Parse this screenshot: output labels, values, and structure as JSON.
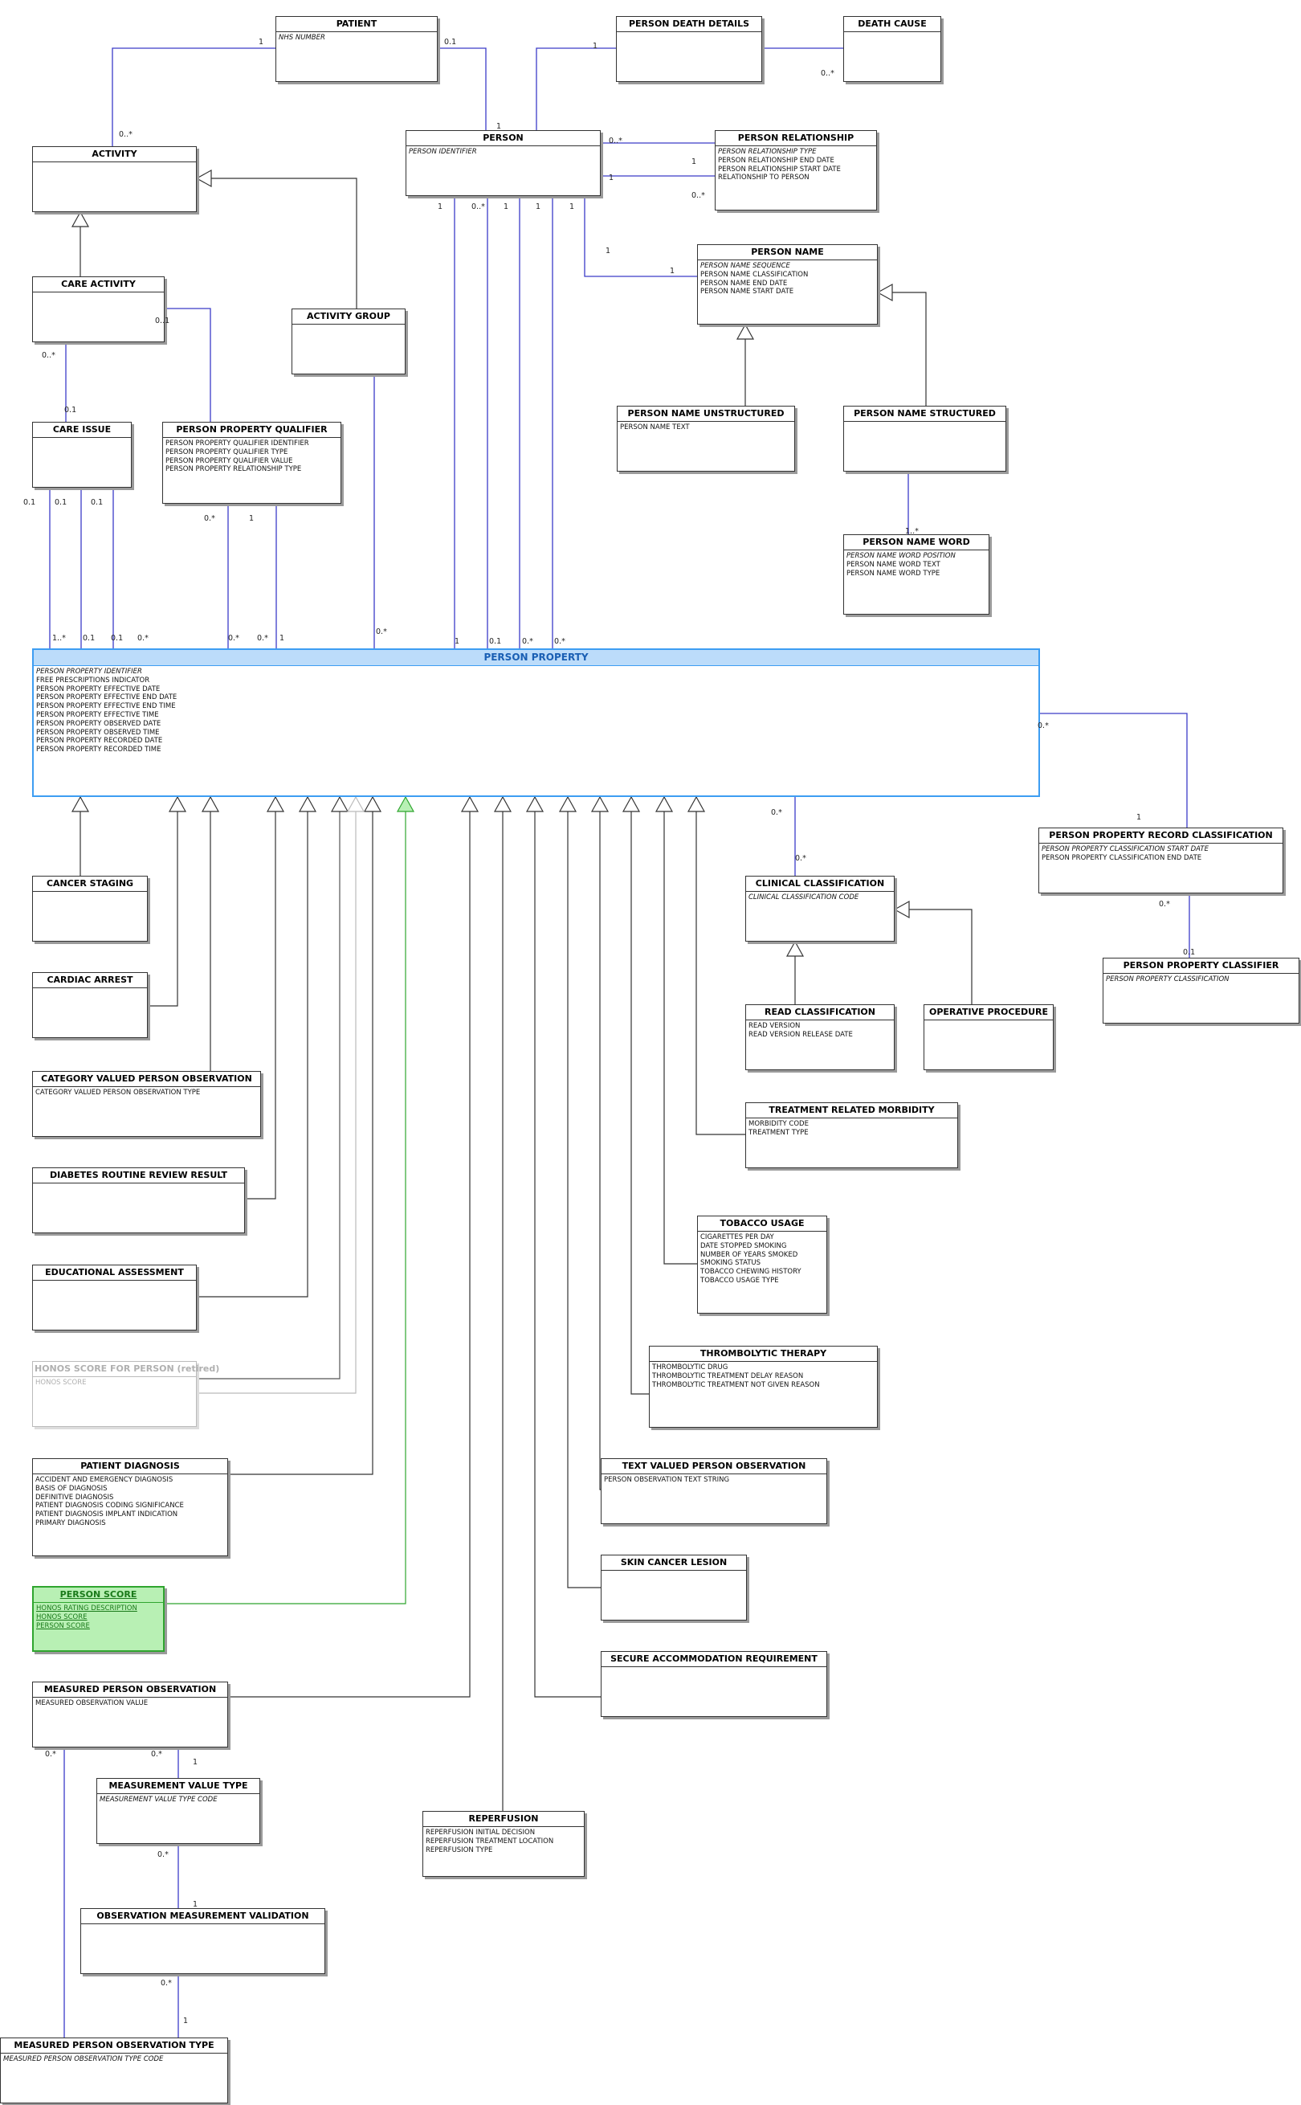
{
  "entities": [
    {
      "id": "patient",
      "title": "PATIENT",
      "attrs": [
        {
          "t": "NHS NUMBER",
          "k": true
        }
      ]
    },
    {
      "id": "person-death-details",
      "title": "PERSON DEATH DETAILS",
      "attrs": []
    },
    {
      "id": "death-cause",
      "title": "DEATH CAUSE",
      "attrs": []
    },
    {
      "id": "activity",
      "title": "ACTIVITY",
      "attrs": []
    },
    {
      "id": "person",
      "title": "PERSON",
      "attrs": [
        {
          "t": "PERSON IDENTIFIER",
          "k": true
        }
      ]
    },
    {
      "id": "person-relationship",
      "title": "PERSON RELATIONSHIP",
      "attrs": [
        {
          "t": "PERSON RELATIONSHIP TYPE",
          "k": true
        },
        {
          "t": "PERSON RELATIONSHIP END DATE"
        },
        {
          "t": "PERSON RELATIONSHIP START DATE"
        },
        {
          "t": "RELATIONSHIP TO PERSON"
        }
      ]
    },
    {
      "id": "care-activity",
      "title": "CARE ACTIVITY",
      "attrs": []
    },
    {
      "id": "person-name",
      "title": "PERSON NAME",
      "attrs": [
        {
          "t": "PERSON NAME SEQUENCE",
          "k": true
        },
        {
          "t": "PERSON NAME CLASSIFICATION"
        },
        {
          "t": "PERSON NAME END DATE"
        },
        {
          "t": "PERSON NAME START DATE"
        }
      ]
    },
    {
      "id": "activity-group",
      "title": "ACTIVITY GROUP",
      "attrs": []
    },
    {
      "id": "care-issue",
      "title": "CARE ISSUE",
      "attrs": []
    },
    {
      "id": "person-property-qualifier",
      "title": "PERSON PROPERTY QUALIFIER",
      "attrs": [
        {
          "t": "PERSON PROPERTY QUALIFIER IDENTIFIER"
        },
        {
          "t": "PERSON PROPERTY QUALIFIER TYPE"
        },
        {
          "t": "PERSON PROPERTY QUALIFIER VALUE"
        },
        {
          "t": "PERSON PROPERTY RELATIONSHIP TYPE"
        }
      ]
    },
    {
      "id": "person-name-unstructured",
      "title": "PERSON NAME UNSTRUCTURED",
      "attrs": [
        {
          "t": "PERSON NAME TEXT"
        }
      ]
    },
    {
      "id": "person-name-structured",
      "title": "PERSON NAME STRUCTURED",
      "attrs": []
    },
    {
      "id": "person-name-word",
      "title": "PERSON NAME WORD",
      "attrs": [
        {
          "t": "PERSON NAME WORD POSITION",
          "k": true
        },
        {
          "t": "PERSON NAME WORD TEXT"
        },
        {
          "t": "PERSON NAME WORD TYPE"
        }
      ]
    },
    {
      "id": "person-property",
      "title": "PERSON PROPERTY",
      "attrs": [
        {
          "t": "PERSON PROPERTY IDENTIFIER",
          "k": true
        },
        {
          "t": "FREE PRESCRIPTIONS INDICATOR"
        },
        {
          "t": "PERSON PROPERTY EFFECTIVE DATE"
        },
        {
          "t": "PERSON PROPERTY EFFECTIVE END DATE"
        },
        {
          "t": "PERSON PROPERTY EFFECTIVE END TIME"
        },
        {
          "t": "PERSON PROPERTY EFFECTIVE TIME"
        },
        {
          "t": "PERSON PROPERTY OBSERVED DATE"
        },
        {
          "t": "PERSON PROPERTY OBSERVED TIME"
        },
        {
          "t": "PERSON PROPERTY RECORDED DATE"
        },
        {
          "t": "PERSON PROPERTY RECORDED TIME"
        }
      ]
    },
    {
      "id": "person-property-record-classification",
      "title": "PERSON PROPERTY RECORD CLASSIFICATION",
      "attrs": [
        {
          "t": "PERSON PROPERTY CLASSIFICATION START DATE",
          "k": true
        },
        {
          "t": "PERSON PROPERTY CLASSIFICATION END DATE"
        }
      ]
    },
    {
      "id": "cancer-staging",
      "title": "CANCER STAGING",
      "attrs": []
    },
    {
      "id": "clinical-classification",
      "title": "CLINICAL CLASSIFICATION",
      "attrs": [
        {
          "t": "CLINICAL CLASSIFICATION CODE",
          "k": true
        }
      ]
    },
    {
      "id": "person-property-classifier",
      "title": "PERSON PROPERTY CLASSIFIER",
      "attrs": [
        {
          "t": "PERSON PROPERTY CLASSIFICATION",
          "k": true
        }
      ]
    },
    {
      "id": "cardiac-arrest",
      "title": "CARDIAC ARREST",
      "attrs": []
    },
    {
      "id": "read-classification",
      "title": "READ CLASSIFICATION",
      "attrs": [
        {
          "t": "READ VERSION"
        },
        {
          "t": "READ VERSION RELEASE DATE"
        }
      ]
    },
    {
      "id": "operative-procedure",
      "title": "OPERATIVE PROCEDURE",
      "attrs": []
    },
    {
      "id": "category-valued-person-observation",
      "title": "CATEGORY VALUED PERSON OBSERVATION",
      "attrs": [
        {
          "t": "CATEGORY VALUED PERSON OBSERVATION TYPE"
        }
      ]
    },
    {
      "id": "treatment-related-morbidity",
      "title": "TREATMENT RELATED MORBIDITY",
      "attrs": [
        {
          "t": "MORBIDITY CODE"
        },
        {
          "t": "TREATMENT TYPE"
        }
      ]
    },
    {
      "id": "diabetes-routine-review-result",
      "title": "DIABETES ROUTINE REVIEW RESULT",
      "attrs": []
    },
    {
      "id": "tobacco-usage",
      "title": "TOBACCO USAGE",
      "attrs": [
        {
          "t": "CIGARETTES PER DAY"
        },
        {
          "t": "DATE STOPPED SMOKING"
        },
        {
          "t": "NUMBER OF YEARS SMOKED"
        },
        {
          "t": "SMOKING STATUS"
        },
        {
          "t": "TOBACCO CHEWING HISTORY"
        },
        {
          "t": "TOBACCO USAGE TYPE"
        }
      ]
    },
    {
      "id": "educational-assessment",
      "title": "EDUCATIONAL ASSESSMENT",
      "attrs": []
    },
    {
      "id": "honos-score-for-person",
      "title": "HONOS SCORE FOR PERSON (retired)",
      "attrs": [
        {
          "t": "HONOS SCORE"
        }
      ]
    },
    {
      "id": "thrombolytic-therapy",
      "title": "THROMBOLYTIC THERAPY",
      "attrs": [
        {
          "t": "THROMBOLYTIC DRUG"
        },
        {
          "t": "THROMBOLYTIC TREATMENT DELAY REASON"
        },
        {
          "t": "THROMBOLYTIC TREATMENT NOT GIVEN REASON"
        }
      ]
    },
    {
      "id": "patient-diagnosis",
      "title": "PATIENT DIAGNOSIS",
      "attrs": [
        {
          "t": "ACCIDENT AND EMERGENCY DIAGNOSIS"
        },
        {
          "t": "BASIS OF DIAGNOSIS"
        },
        {
          "t": "DEFINITIVE DIAGNOSIS"
        },
        {
          "t": "PATIENT DIAGNOSIS CODING SIGNIFICANCE"
        },
        {
          "t": "PATIENT DIAGNOSIS IMPLANT INDICATION"
        },
        {
          "t": "PRIMARY DIAGNOSIS"
        }
      ]
    },
    {
      "id": "text-valued-person-observation",
      "title": "TEXT VALUED PERSON OBSERVATION",
      "attrs": [
        {
          "t": "PERSON OBSERVATION TEXT STRING"
        }
      ]
    },
    {
      "id": "skin-cancer-lesion",
      "title": "SKIN CANCER LESION",
      "attrs": []
    },
    {
      "id": "person-score",
      "title": "PERSON SCORE",
      "attrs": [
        {
          "t": "HONOS RATING DESCRIPTION"
        },
        {
          "t": "HONOS SCORE"
        },
        {
          "t": "PERSON SCORE"
        }
      ]
    },
    {
      "id": "secure-accommodation-requirement",
      "title": "SECURE ACCOMMODATION REQUIREMENT",
      "attrs": []
    },
    {
      "id": "measured-person-observation",
      "title": "MEASURED PERSON OBSERVATION",
      "attrs": [
        {
          "t": "MEASURED OBSERVATION VALUE"
        }
      ]
    },
    {
      "id": "measurement-value-type",
      "title": "MEASUREMENT VALUE TYPE",
      "attrs": [
        {
          "t": "MEASUREMENT VALUE TYPE CODE",
          "k": true
        }
      ]
    },
    {
      "id": "reperfusion",
      "title": "REPERFUSION",
      "attrs": [
        {
          "t": "REPERFUSION INITIAL DECISION"
        },
        {
          "t": "REPERFUSION TREATMENT LOCATION"
        },
        {
          "t": "REPERFUSION TYPE"
        }
      ]
    },
    {
      "id": "observation-measurement-validation",
      "title": "OBSERVATION MEASUREMENT VALIDATION",
      "attrs": []
    },
    {
      "id": "measured-person-observation-type",
      "title": "MEASURED PERSON OBSERVATION TYPE",
      "attrs": [
        {
          "t": "MEASURED PERSON OBSERVATION TYPE CODE",
          "k": true
        }
      ]
    }
  ],
  "multiplicities": [
    "1",
    "0.1",
    "1",
    "0..*",
    "1",
    "0..*",
    "0..*",
    "1",
    "1",
    "0..*",
    "1",
    "0..*",
    "1",
    "1",
    "1",
    "1",
    "1",
    "1..*",
    "0..1",
    "0..*",
    "0.1",
    "0.1",
    "0.1",
    "0.1",
    "0.*",
    "1",
    "1..*",
    "0.1",
    "0.1",
    "0.*",
    "0.*",
    "0.*",
    "1",
    "0.*",
    "1",
    "0.1",
    "0.*",
    "0.*",
    "0.*",
    "0.*",
    "0.*",
    "1",
    "0.*",
    "0.1",
    "0.*",
    "0.*",
    "1",
    "0.*",
    "1",
    "0.*",
    "1",
    "1",
    "1..*",
    "1..*",
    "1"
  ]
}
